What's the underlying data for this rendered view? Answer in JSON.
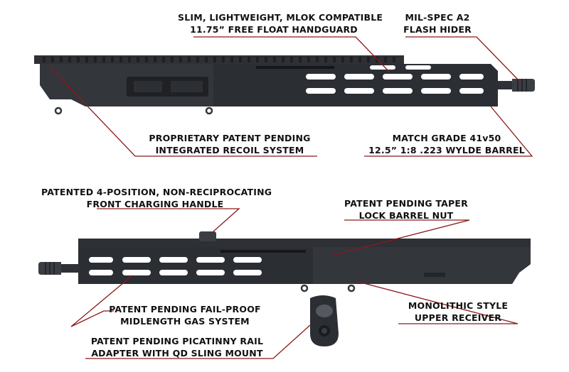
{
  "colors": {
    "accent_line": "#8b1a1a",
    "metal_dark": "#2a2c30",
    "metal_mid": "#3a3d42",
    "background": "#ffffff"
  },
  "callouts": {
    "handguard": {
      "line1": "SLIM, LIGHTWEIGHT, MLOK COMPATIBLE",
      "line2": "11.75” FREE FLOAT HANDGUARD"
    },
    "flash_hider": {
      "line1": "MIL-SPEC A2",
      "line2": "FLASH HIDER"
    },
    "recoil": {
      "line1": "PROPRIETARY PATENT PENDING",
      "line2": "INTEGRATED RECOIL SYSTEM"
    },
    "barrel": {
      "line1": "MATCH GRADE 41v50",
      "line2": "12.5” 1:8 .223 WYLDE BARREL"
    },
    "charging_handle": {
      "line1": "PATENTED 4-POSITION, NON-RECIPROCATING",
      "line2": "FRONT CHARGING HANDLE"
    },
    "barrel_nut": {
      "line1": "PATENT PENDING TAPER",
      "line2": "LOCK BARREL NUT"
    },
    "gas_system": {
      "line1": "PATENT PENDING FAIL-PROOF",
      "line2": "MIDLENGTH GAS SYSTEM"
    },
    "upper_receiver": {
      "line1": "MONOLITHIC STYLE",
      "line2": "UPPER RECEIVER"
    },
    "rail_adapter": {
      "line1": "PATENT PENDING PICATINNY RAIL",
      "line2": "ADAPTER WITH QD SLING MOUNT"
    }
  }
}
